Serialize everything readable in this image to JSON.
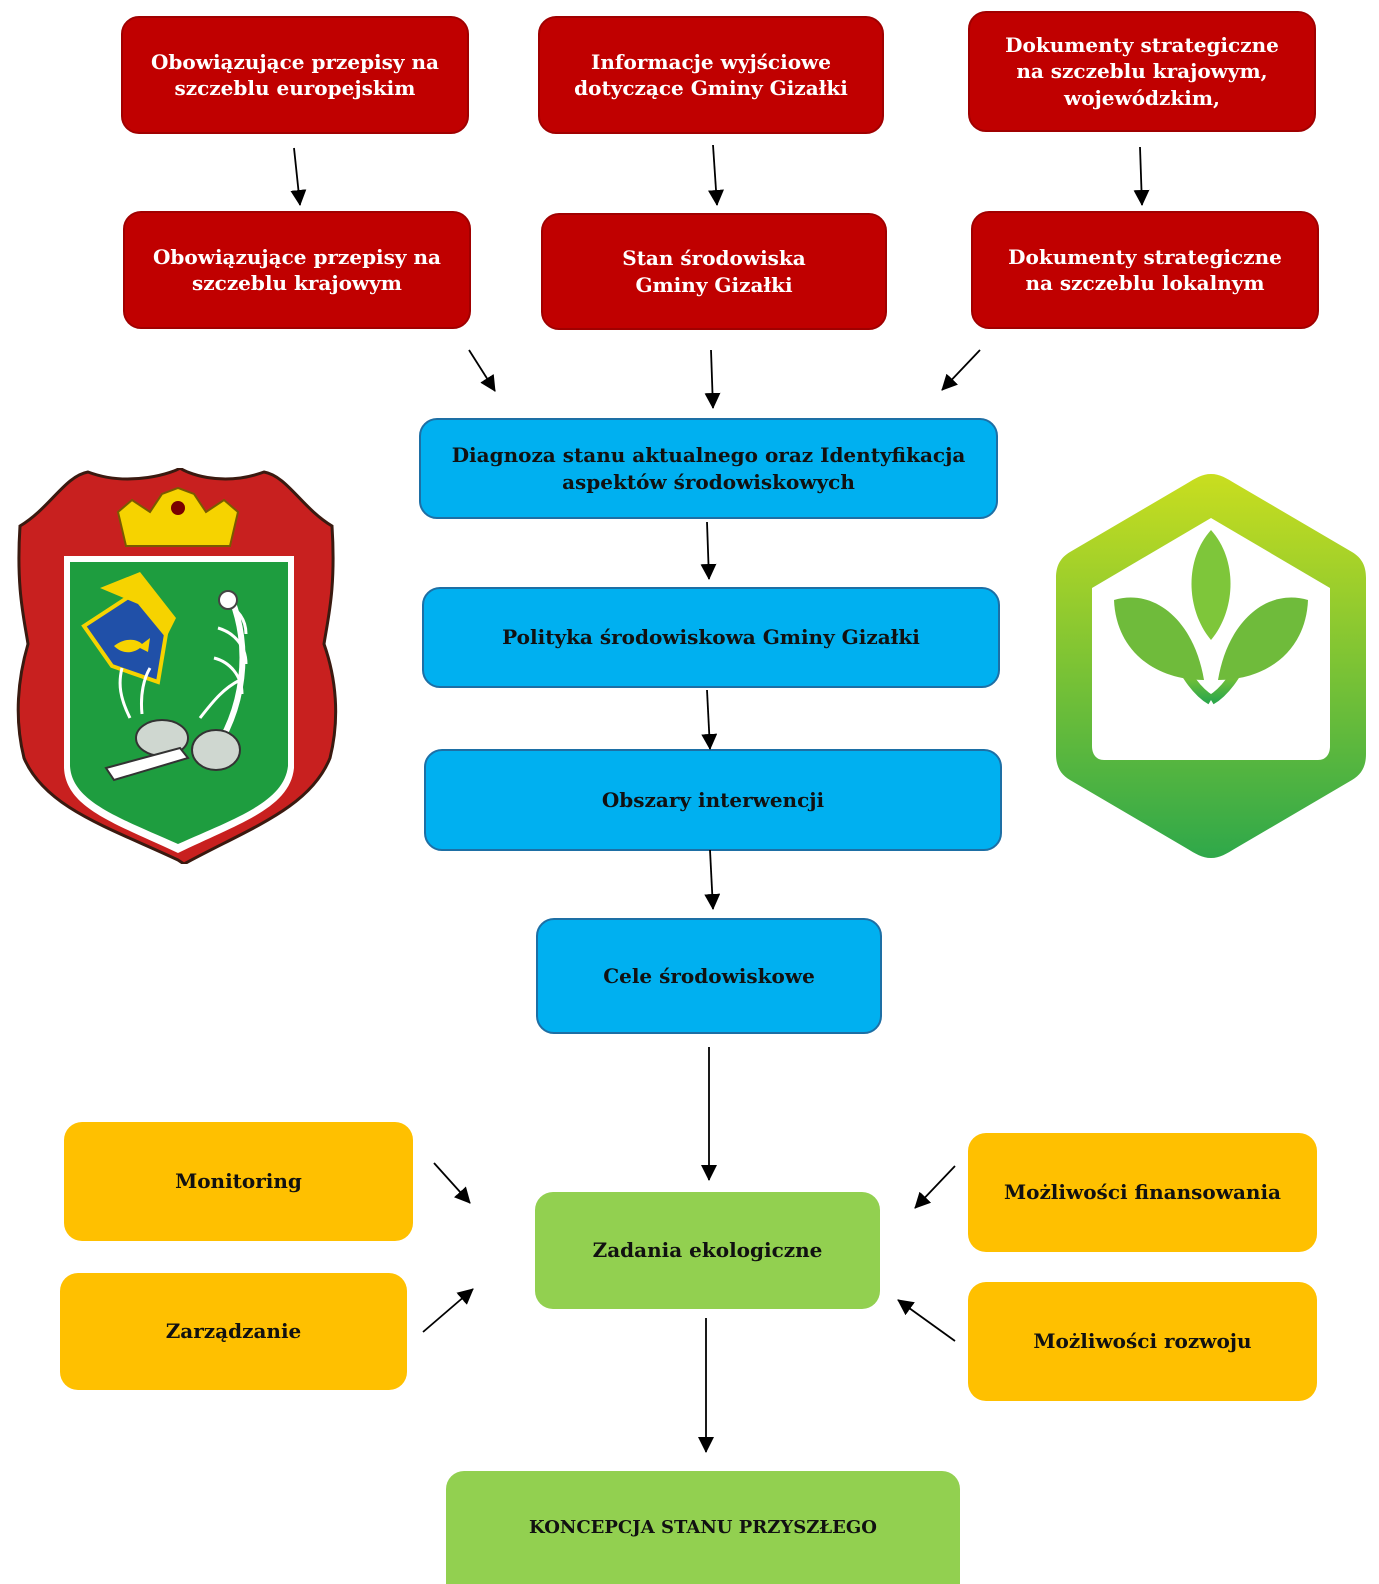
{
  "boxes": {
    "eu_rules": "Obowiązujące przepisy na\nszczeblu europejskim",
    "initial_info": "Informacje wyjściowe\ndotyczące Gminy Gizałki",
    "strategic_national": "Dokumenty strategiczne\nna szczeblu krajowym,\nwojewódzkim,",
    "national_rules": "Obowiązujące przepisy na\nszczeblu krajowym",
    "environment_state": "Stan środowiska\nGminy Gizałki",
    "strategic_local": "Dokumenty strategiczne\nna szczeblu lokalnym",
    "diagnosis": "Diagnoza stanu aktualnego oraz Identyfikacja\naspektów środowiskowych",
    "policy": "Polityka środowiskowa Gminy Gizałki",
    "intervention_areas": "Obszary interwencji",
    "environmental_goals": "Cele środowiskowe",
    "monitoring": "Monitoring",
    "management": "Zarządzanie",
    "ecological_tasks": "Zadania ekologiczne",
    "financing": "Możliwości finansowania",
    "development": "Możliwości rozwoju",
    "future_concept": "KONCEPCJA STANU PRZYSZŁEGO"
  },
  "colors": {
    "red": "#c00000",
    "blue": "#00b0f0",
    "orange": "#ffc000",
    "green": "#92d050"
  },
  "icons": {
    "left_emblem": "coat-of-arms-icon",
    "right_emblem": "green-plant-hexagon-icon"
  }
}
